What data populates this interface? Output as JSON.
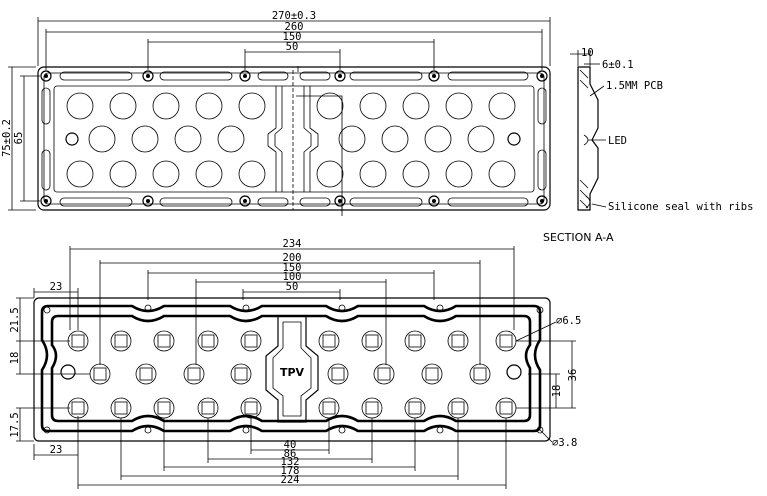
{
  "top_view": {
    "dim_overall": "270±0.3",
    "dim_260": "260",
    "dim_150": "150",
    "dim_50": "50",
    "dim_height": "75±0.2",
    "dim_65": "65"
  },
  "section_view": {
    "dim_10": "10",
    "dim_6": "6±0.1",
    "callout_pcb": "1.5MM PCB",
    "callout_led": "LED",
    "callout_seal": "Silicone seal with ribs",
    "section_label": "SECTION A-A"
  },
  "bottom_view": {
    "dim_234": "234",
    "dim_200": "200",
    "dim_150": "150",
    "dim_100": "100",
    "dim_50": "50",
    "dim_23_top": "23",
    "dim_21_5": "21.5",
    "dim_18_left": "18",
    "dim_17_5": "17.5",
    "dim_23_bottom": "23",
    "dim_40": "40",
    "dim_86": "86",
    "dim_132": "132",
    "dim_178": "178",
    "dim_224": "224",
    "dim_36": "36",
    "dim_18_right": "18",
    "dia_6_5": "⌀6.5",
    "dia_3_8": "⌀3.8",
    "tpv_label": "TPV"
  }
}
